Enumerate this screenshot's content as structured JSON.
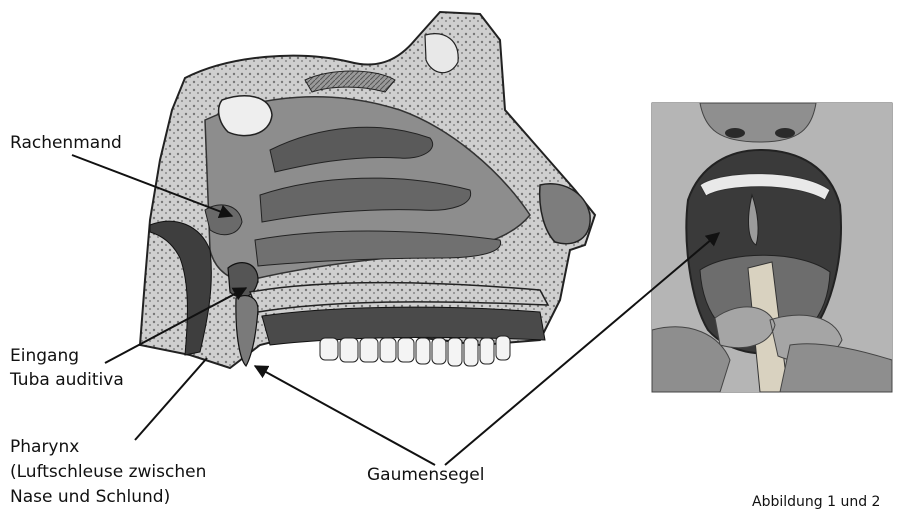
{
  "labels": {
    "rachenmandel": "Rachenmand",
    "eingang": "Eingang",
    "tuba": "Tuba auditiva",
    "pharynx": "Pharynx",
    "pharynx_sub1": "(Luftschleuse zwischen",
    "pharynx_sub2": "Nase und Schlund)",
    "gaumensegel": "Gaumensegel"
  },
  "caption": "Abbildung 1 und 2",
  "colors": {
    "ink": "#111111",
    "tissue": "#8a8a8a",
    "dark": "#3a3a3a",
    "light": "#d6d6d6"
  },
  "icons": [
    "nasal-cavity-cross-section",
    "open-mouth-photo"
  ]
}
